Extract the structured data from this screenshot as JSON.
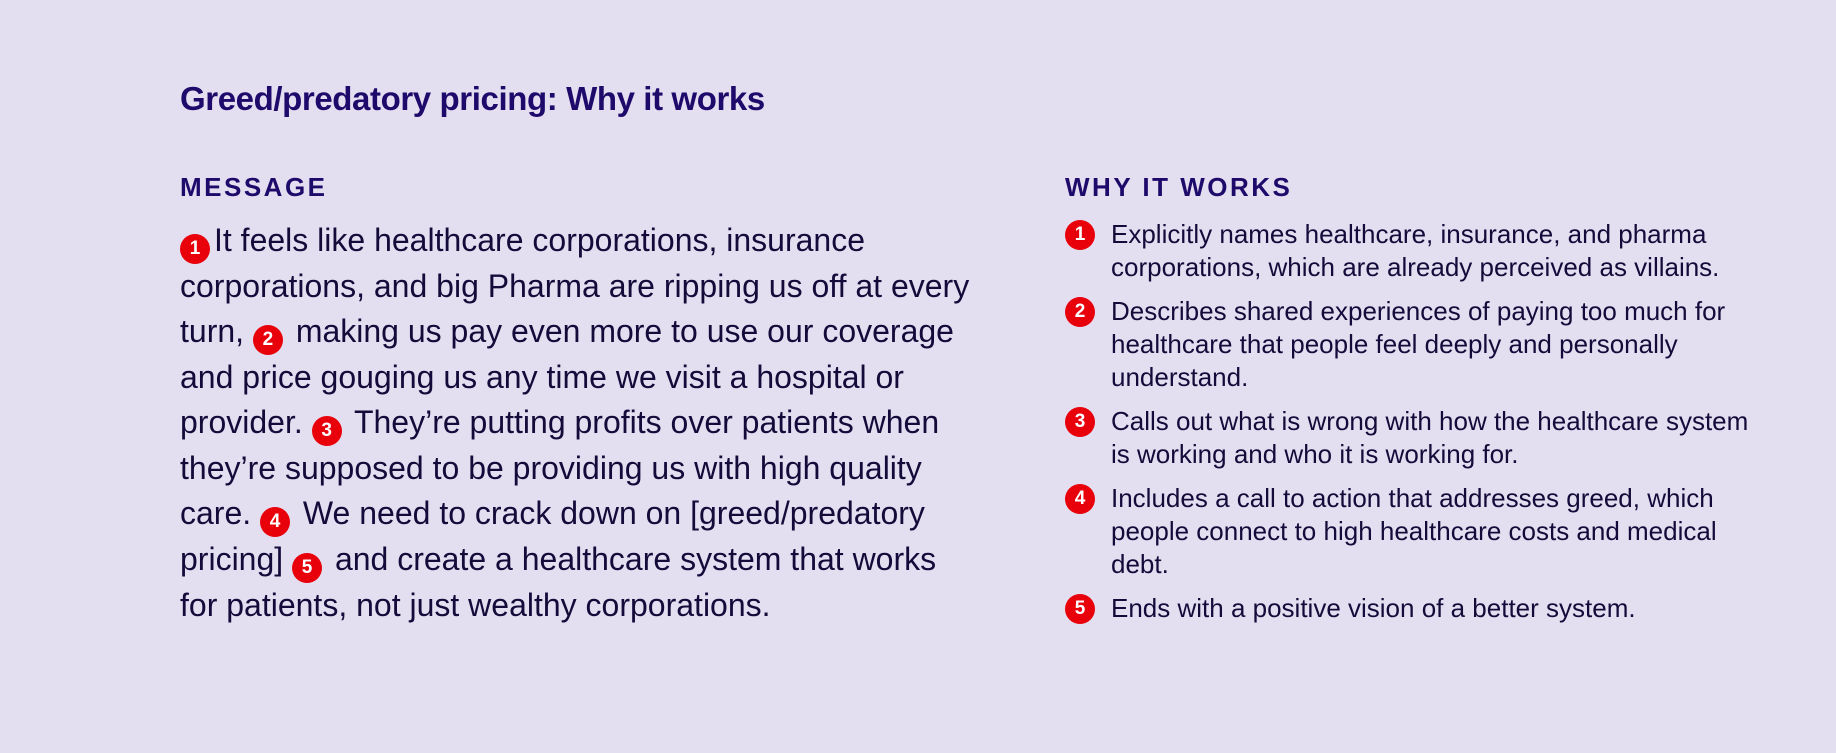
{
  "page": {
    "title": "Greed/predatory pricing: Why it works"
  },
  "message": {
    "heading": "MESSAGE",
    "segments": [
      {
        "num": "1",
        "text": "It feels like healthcare corporations, insurance corporations, and big Pharma are ripping us off at every turn,"
      },
      {
        "num": "2",
        "text": "making us pay even more to use our coverage and price gouging us any time we visit a hospital or provider."
      },
      {
        "num": "3",
        "text": "They’re putting profits over patients when they’re supposed to be providing us with high quality care."
      },
      {
        "num": "4",
        "text": "We need to crack down on [greed/predatory pricing]"
      },
      {
        "num": "5",
        "text": "and create a healthcare system that works for patients, not just wealthy corporations."
      }
    ]
  },
  "why_it_works": {
    "heading": "WHY IT WORKS",
    "items": [
      {
        "num": "1",
        "text": "Explicitly names healthcare, insurance, and pharma corporations, which are already perceived as villains."
      },
      {
        "num": "2",
        "text": "Describes shared experiences of paying too much for healthcare that people feel deeply and personally understand."
      },
      {
        "num": "3",
        "text": "Calls out what is wrong with how the healthcare system is working and who it is working for."
      },
      {
        "num": "4",
        "text": "Includes a call to action that addresses greed, which people connect to high healthcare costs and medical debt."
      },
      {
        "num": "5",
        "text": "Ends with a positive vision of a better system."
      }
    ]
  },
  "colors": {
    "background": "#e3dff0",
    "heading": "#1e0a6b",
    "badge": "#e8000b",
    "text": "#140b3a"
  }
}
